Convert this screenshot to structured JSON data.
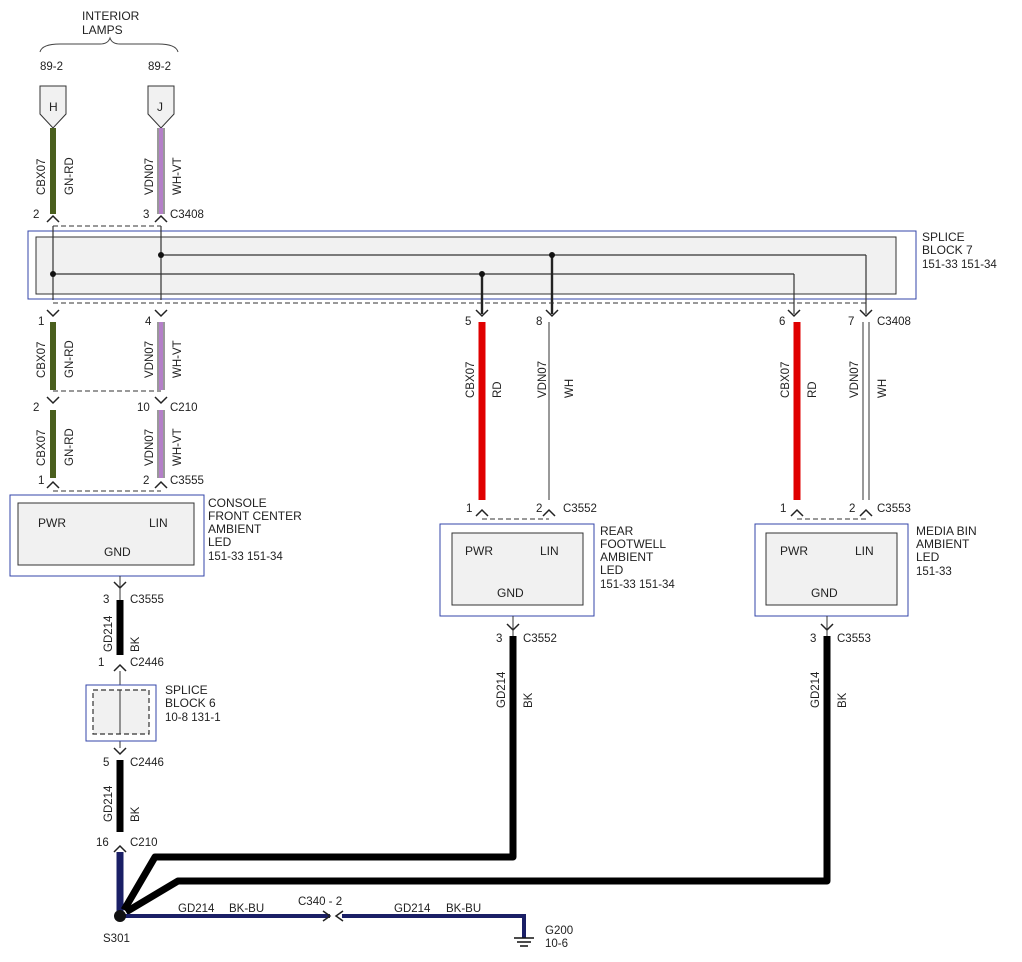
{
  "colors": {
    "green_wire": "#4a5f1e",
    "violet_wire": "#b47fc8",
    "red_wire": "#e00000",
    "black_wire": "#000000",
    "navy_wire": "#1a1f66",
    "box_border": "#3344aa",
    "box_fill": "#f1f1f1"
  },
  "header": {
    "group_line1": "INTERIOR",
    "group_line2": "LAMPS",
    "ref_h": "89-2",
    "ref_j": "89-2",
    "pin_h": "H",
    "pin_j": "J"
  },
  "wires": {
    "cbx07": "CBX07",
    "gn_rd": "GN-RD",
    "vdn07": "VDN07",
    "wh_vt": "WH-VT",
    "rd": "RD",
    "wh": "WH",
    "gd214": "GD214",
    "bk": "BK",
    "bk_bu": "BK-BU"
  },
  "connectors": {
    "c3408": "C3408",
    "c210": "C210",
    "c3555": "C3555",
    "c3552": "C3552",
    "c3553": "C3553",
    "c2446": "C2446",
    "c340_2": "C340 - 2"
  },
  "pins": {
    "p1": "1",
    "p2": "2",
    "p3": "3",
    "p4": "4",
    "p5": "5",
    "p6": "6",
    "p7": "7",
    "p8": "8",
    "p10": "10",
    "p16": "16"
  },
  "splice7": {
    "line1": "SPLICE",
    "line2": "BLOCK 7",
    "refs": "151-33  151-34"
  },
  "splice6": {
    "line1": "SPLICE",
    "line2": "BLOCK 6",
    "refs": "10-8    131-1"
  },
  "console": {
    "line1": "CONSOLE",
    "line2": "FRONT CENTER",
    "line3": "AMBIENT",
    "line4": "LED",
    "refs": "151-33  151-34",
    "pwr": "PWR",
    "lin": "LIN",
    "gnd": "GND"
  },
  "rear": {
    "line1": "REAR",
    "line2": "FOOTWELL",
    "line3": "AMBIENT",
    "line4": "LED",
    "refs": "151-33  151-34",
    "pwr": "PWR",
    "lin": "LIN",
    "gnd": "GND"
  },
  "media": {
    "line1": "MEDIA BIN",
    "line2": "AMBIENT",
    "line3": "LED",
    "refs": "151-33",
    "pwr": "PWR",
    "lin": "LIN",
    "gnd": "GND"
  },
  "ground": {
    "splice": "S301",
    "g200": "G200",
    "g200_ref": "10-6"
  }
}
